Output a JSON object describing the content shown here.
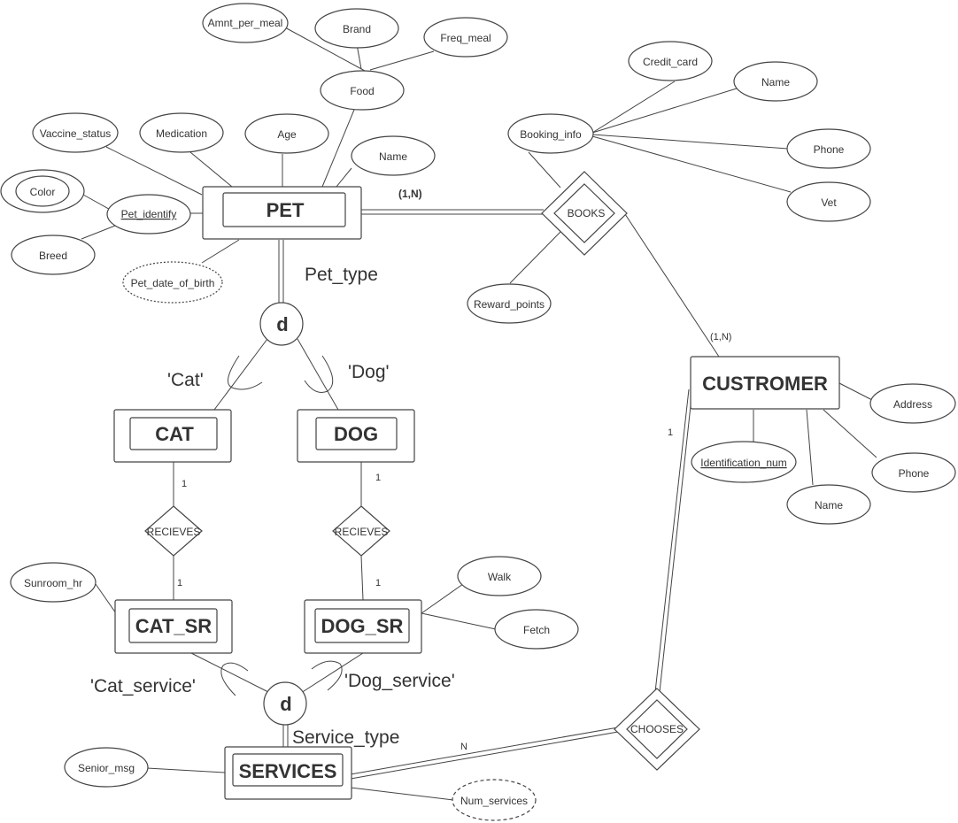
{
  "diagram": {
    "entities": {
      "pet": "PET",
      "cat": "CAT",
      "dog": "DOG",
      "cat_sr": "CAT_SR",
      "dog_sr": "DOG_SR",
      "services": "SERVICES",
      "custromer": "CUSTROMER"
    },
    "relationships": {
      "books": "BOOKS",
      "recieves_cat": "RECIEVES",
      "recieves_dog": "RECIEVES",
      "chooses": "CHOOSES"
    },
    "attributes": {
      "amnt_per_meal": "Amnt_per_meal",
      "brand": "Brand",
      "freq_meal": "Freq_meal",
      "food": "Food",
      "vaccine_status": "Vaccine_status",
      "medication": "Medication",
      "age": "Age",
      "pet_name": "Name",
      "color": "Color",
      "pet_identify": "Pet_identify",
      "breed": "Breed",
      "pet_dob": "Pet_date_of_birth",
      "credit_card": "Credit_card",
      "booking_name": "Name",
      "booking_info": "Booking_info",
      "phone_booking": "Phone",
      "vet": "Vet",
      "reward_points": "Reward_points",
      "address": "Address",
      "identification_num": "Identification_num",
      "cust_phone": "Phone",
      "cust_name": "Name",
      "sunroom_hr": "Sunroom_hr",
      "walk": "Walk",
      "fetch": "Fetch",
      "senior_msg": "Senior_msg",
      "num_services": "Num_services"
    },
    "specializations": {
      "pet_d": "d",
      "service_d": "d"
    },
    "labels": {
      "pet_type": "Pet_type",
      "cat_q": "'Cat'",
      "dog_q": "'Dog'",
      "cat_service": "'Cat_service'",
      "dog_service": "'Dog_service'",
      "service_type": "Service_type",
      "card_pet_books": "(1,N)",
      "card_cust_books": "(1,N)",
      "card_cust_chooses": "1",
      "card_services_chooses": "N",
      "card_cat_recieves": "1",
      "card_catsr_recieves": "1",
      "card_dog_recieves": "1",
      "card_dogsr_recieves": "1"
    }
  }
}
